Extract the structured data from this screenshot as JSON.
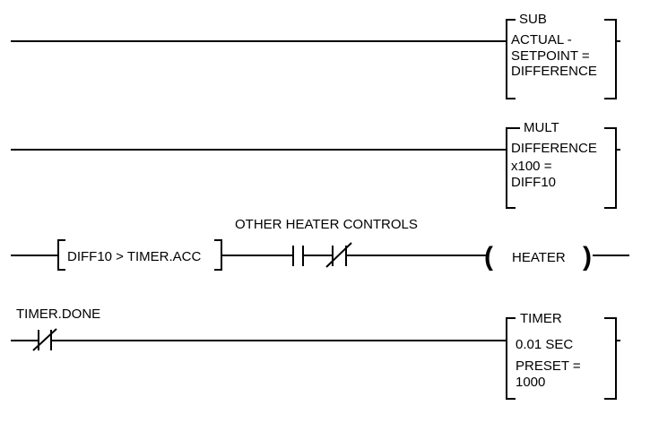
{
  "rungs": [
    {
      "block": {
        "title": "SUB",
        "lines": [
          "ACTUAL -",
          "SETPOINT =",
          "DIFFERENCE"
        ]
      }
    },
    {
      "block": {
        "title": "MULT",
        "lines": [
          "DIFFERENCE",
          "x100 =",
          "DIFF10"
        ]
      }
    },
    {
      "compare": "DIFF10 > TIMER.ACC",
      "contacts_label": "OTHER HEATER CONTROLS",
      "coil": "HEATER"
    },
    {
      "contact_label": "TIMER.DONE",
      "block": {
        "title": "TIMER",
        "lines": [
          "0.01 SEC",
          "PRESET =",
          "1000"
        ]
      }
    }
  ]
}
